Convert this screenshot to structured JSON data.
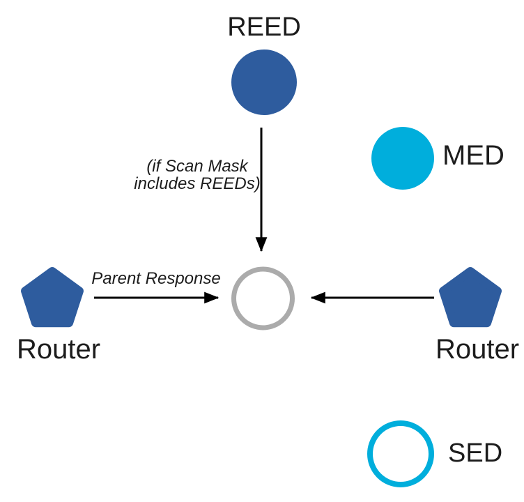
{
  "diagram": {
    "nodes": {
      "reed": {
        "label": "REED",
        "shape": "filled-circle"
      },
      "med": {
        "label": "MED",
        "shape": "filled-circle"
      },
      "sed": {
        "label": "SED",
        "shape": "outlined-circle"
      },
      "router_left": {
        "label": "Router",
        "shape": "pentagon"
      },
      "router_right": {
        "label": "Router",
        "shape": "pentagon"
      },
      "center": {
        "shape": "outlined-circle-gray"
      }
    },
    "edges": {
      "reed_to_center": {
        "label": "(if Scan Mask\nincludes REEDs)"
      },
      "router_left_to_center": {
        "label": "Parent Response"
      },
      "router_right_to_center": {
        "label": ""
      }
    },
    "colors": {
      "node_blue": "#2E5C9E",
      "node_cyan": "#00AEDC",
      "center_gray": "#ABABAB",
      "arrow": "#000000",
      "text": "#1C1C1C"
    }
  }
}
